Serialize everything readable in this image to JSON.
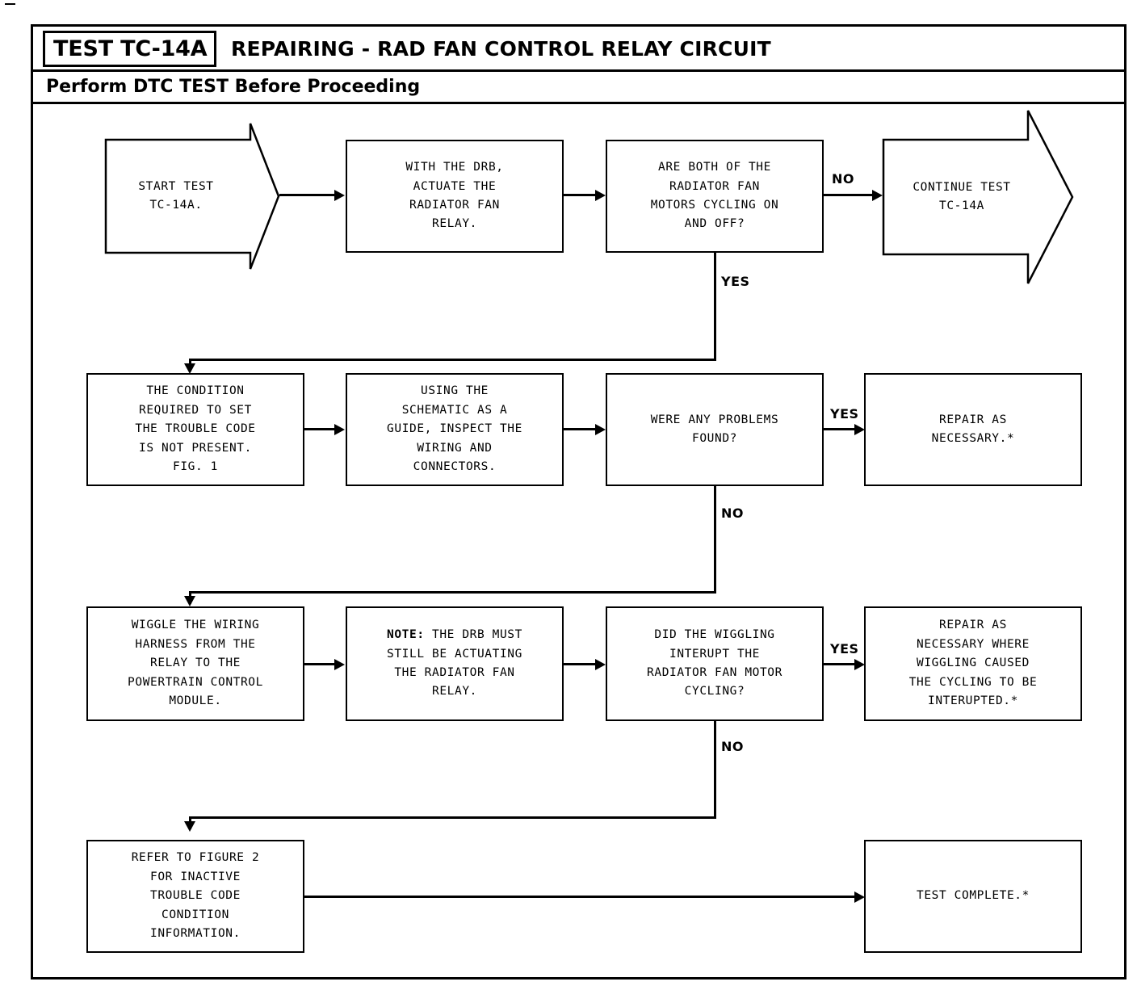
{
  "header": {
    "badge": "TEST TC-14A",
    "title": "REPAIRING - RAD FAN CONTROL RELAY CIRCUIT",
    "subtitle": "Perform DTC TEST Before Proceeding"
  },
  "nodes": {
    "start": "START TEST\nTC-14A.",
    "actuate_relay": "WITH THE DRB,\nACTUATE THE\nRADIATOR FAN\nRELAY.",
    "both_cycling_q": "ARE BOTH OF THE\nRADIATOR FAN\nMOTORS CYCLING ON\nAND OFF?",
    "continue_test": "CONTINUE TEST\nTC-14A",
    "condition_not_present": "THE CONDITION\nREQUIRED TO SET\nTHE TROUBLE CODE\nIS NOT PRESENT.\nFIG. 1",
    "inspect_wiring": "USING THE\nSCHEMATIC AS A\nGUIDE, INSPECT THE\nWIRING AND\nCONNECTORS.",
    "problems_found_q": "WERE ANY PROBLEMS\nFOUND?",
    "repair_necessary": "REPAIR AS\nNECESSARY.*",
    "wiggle_harness": "WIGGLE THE WIRING\nHARNESS FROM THE\nRELAY TO THE\nPOWERTRAIN CONTROL\nMODULE.",
    "note_prefix": "NOTE:",
    "note_body": " THE DRB MUST\nSTILL BE ACTUATING\nTHE RADIATOR FAN\nRELAY.",
    "wiggling_interupt_q": "DID THE WIGGLING\nINTERUPT THE\nRADIATOR FAN MOTOR\nCYCLING?",
    "repair_where_wiggling": "REPAIR AS\nNECESSARY WHERE\nWIGGLING CAUSED\nTHE CYCLING TO BE\nINTERUPTED.*",
    "refer_figure2": "REFER TO FIGURE 2\nFOR INACTIVE\nTROUBLE CODE\nCONDITION\nINFORMATION.",
    "test_complete": "TEST COMPLETE.*"
  },
  "edge_labels": {
    "no_row1": "NO",
    "yes_row1": "YES",
    "yes_row2": "YES",
    "no_row2": "NO",
    "yes_row3": "YES",
    "no_row3": "NO"
  },
  "colors": {
    "ink": "#000000",
    "paper": "#ffffff"
  }
}
